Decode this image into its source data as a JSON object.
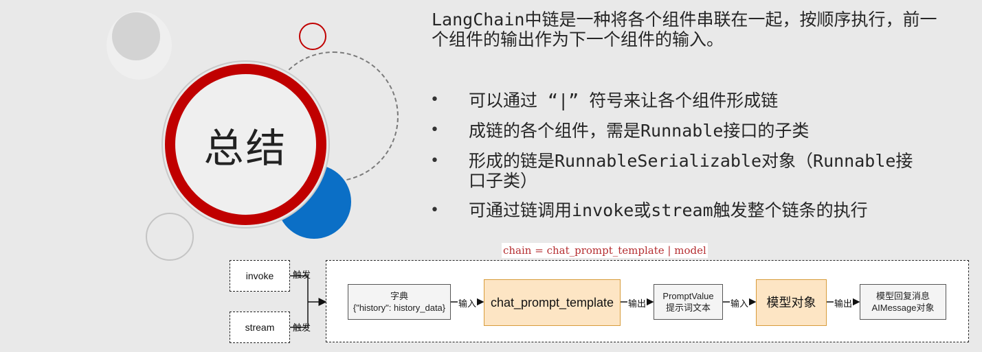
{
  "title": "总结",
  "intro": "LangChain中链是一种将各个组件串联在一起，按顺序执行，前一个组件的输出作为下一个组件的输入。",
  "bullets": [
    "可以通过 “|” 符号来让各个组件形成链",
    "成链的各个组件，需是Runnable接口的子类",
    "形成的链是RunnableSerializable对象（Runnable接口子类）",
    "可通过链调用invoke或stream触发整个链条的执行"
  ],
  "bullet_symbol": "•",
  "code_line": "chain = chat_prompt_template | model",
  "diagram": {
    "triggers": [
      {
        "label": "invoke",
        "edge_label": "触发"
      },
      {
        "label": "stream",
        "edge_label": "触发"
      }
    ],
    "nodes": {
      "dict_line1": "字典",
      "dict_line2": "{\"history\": history_data}",
      "prompt_template": "chat_prompt_template",
      "prompt_value_line1": "PromptValue",
      "prompt_value_line2": "提示词文本",
      "model": "模型对象",
      "reply_line1": "模型回复消息",
      "reply_line2": "AIMessage对象"
    },
    "edges": {
      "input_1": "输入",
      "output_1": "输出",
      "input_2": "输入",
      "output_2": "输出"
    }
  },
  "colors": {
    "accent_red": "#c00000",
    "accent_blue": "#0b6fc6",
    "node_orange": "#fde5c4",
    "code_red": "#b52e31"
  }
}
